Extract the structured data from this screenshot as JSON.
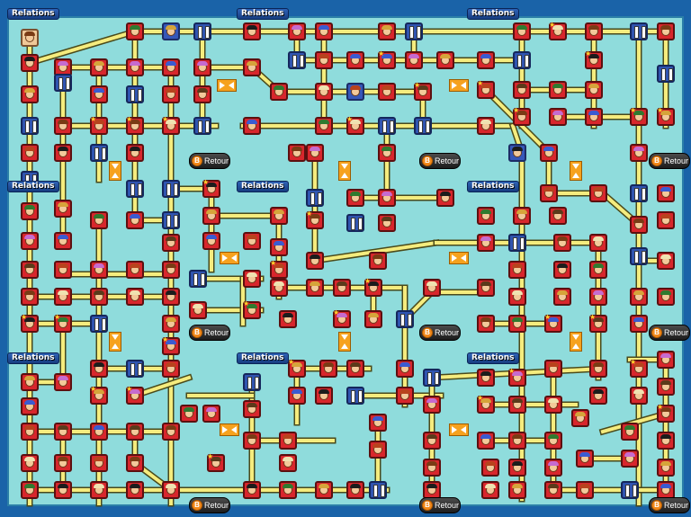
{
  "colors": {
    "frame": "#1a63a8",
    "board": "#8fdcdc",
    "wire": "#f5ec7e",
    "node_red": "#d8262c",
    "node_blue": "#3657b9",
    "tab": "#2f63b6",
    "retour_icon": "#f2891a"
  },
  "relations_label": "Relations",
  "retour_label": "Retour",
  "retour_icon_letter": "B",
  "icons": {
    "arrow": "double-arrow-icon",
    "gate": "gate-icon",
    "player": "player-portrait-icon",
    "retour": "b-button-icon"
  }
}
